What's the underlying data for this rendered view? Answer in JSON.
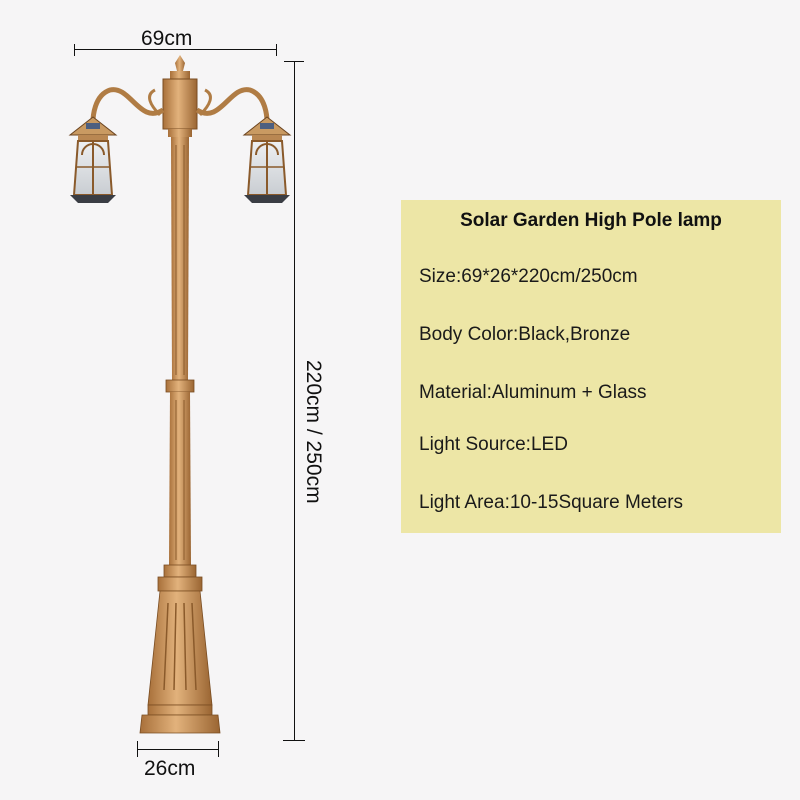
{
  "dimensions": {
    "width": "69cm",
    "height": "220cm / 250cm",
    "base": "26cm"
  },
  "product_image": {
    "icon": "garden-pole-lamp-icon",
    "description": "Bronze two-head solar garden high pole lamp with lantern heads"
  },
  "info_panel": {
    "title": "Solar Garden High Pole lamp",
    "rows": [
      "Size:69*26*220cm/250cm",
      "Body Color:Black,Bronze",
      "Material:Aluminum + Glass",
      "Light Source:LED",
      "Light Area:10-15Square Meters"
    ],
    "background": "#ede6a6"
  },
  "colors": {
    "background": "#f6f5f6",
    "bronze": "#c8965c",
    "bronze_dark": "#8a5a2b"
  }
}
